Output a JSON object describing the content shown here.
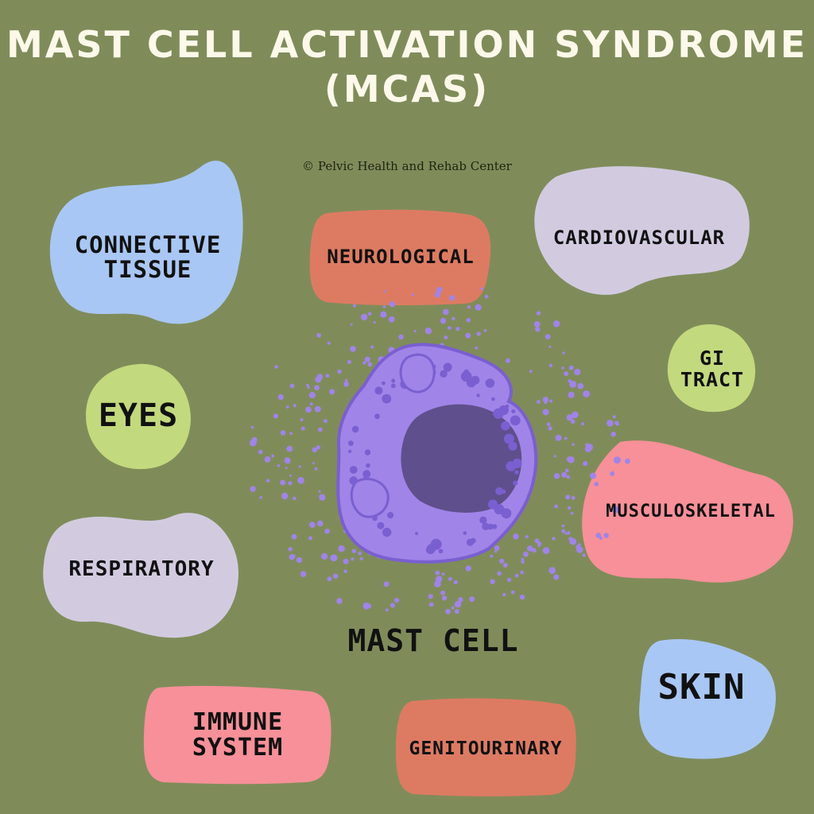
{
  "title": {
    "line1": "MAST CELL ACTIVATION SYNDROME",
    "line2": "(MCAS)"
  },
  "copyright": "© Pelvic Health and Rehab Center",
  "center_label": "MAST CELL",
  "systems": {
    "connective_tissue": "CONNECTIVE\nTISSUE",
    "neurological": "NEUROLOGICAL",
    "cardiovascular": "CARDIOVASCULAR",
    "eyes": "EYES",
    "gi_tract": "GI\nTRACT",
    "respiratory": "RESPIRATORY",
    "musculoskeletal": "MUSCULOSKELETAL",
    "immune_system": "IMMUNE\nSYSTEM",
    "genitourinary": "GENITOURINARY",
    "skin": "SKIN"
  },
  "colors": {
    "background": "#7f8c5a",
    "title": "#fdf9ea",
    "blue": "#a9c7f4",
    "salmon": "#dd7b62",
    "lavender": "#d2cbe0",
    "lime": "#c3d97d",
    "pink": "#f79098",
    "cell_body": "#a084e8",
    "cell_nucleus": "#5f4f8c"
  }
}
